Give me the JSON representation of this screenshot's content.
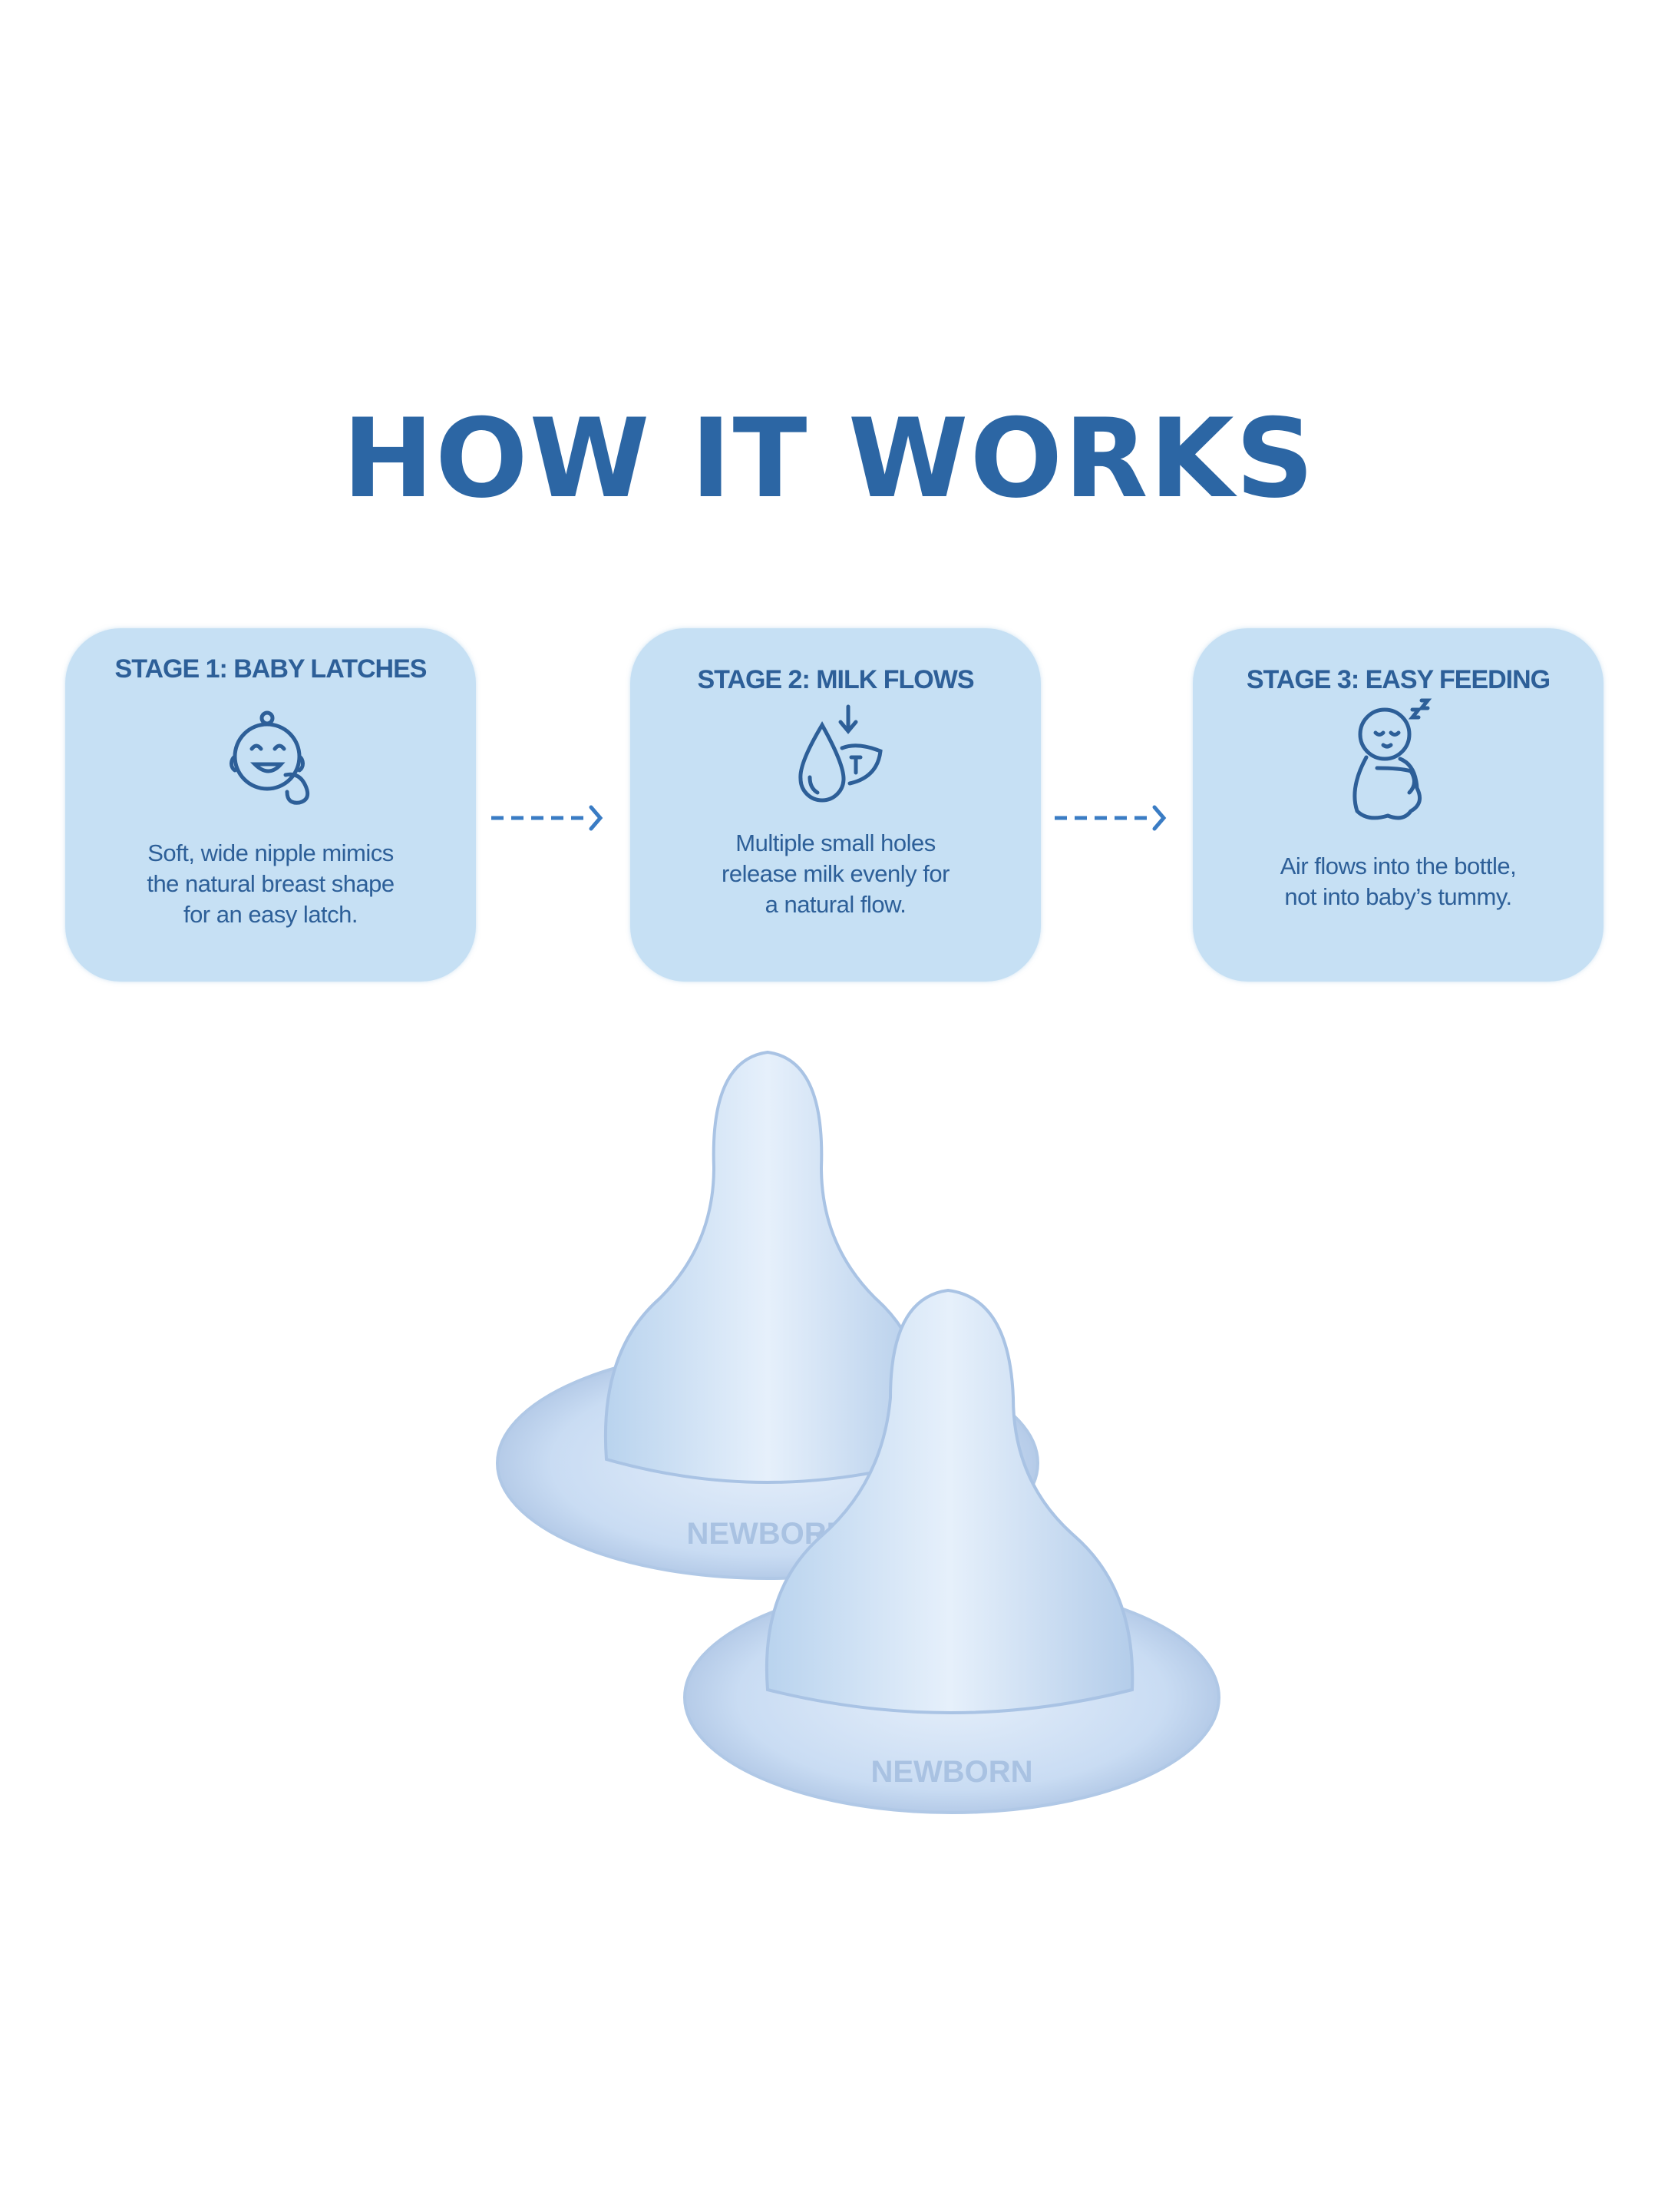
{
  "header": {
    "title": "HOW IT WORKS"
  },
  "stages": [
    {
      "heading": "STAGE 1: BABY LATCHES",
      "icon": "smiling-baby-icon",
      "body": [
        "Soft, wide nipple mimics",
        "the natural breast shape",
        "for an easy latch."
      ]
    },
    {
      "heading": "STAGE 2: MILK FLOWS",
      "icon": "milk-drop-icon",
      "body": [
        "Multiple small holes",
        "release milk evenly for",
        "a natural flow."
      ]
    },
    {
      "heading": "STAGE 3: EASY FEEDING",
      "icon": "sleeping-baby-icon",
      "body": [
        "Air flows into the bottle,",
        "not into baby’s tummy."
      ]
    }
  ],
  "product": {
    "embossed_text": "NEWBORN"
  },
  "colors": {
    "title": "#2c66a4",
    "card": "#c6e0f4",
    "text": "#2d5f98",
    "arrow": "#3a7cc4"
  }
}
